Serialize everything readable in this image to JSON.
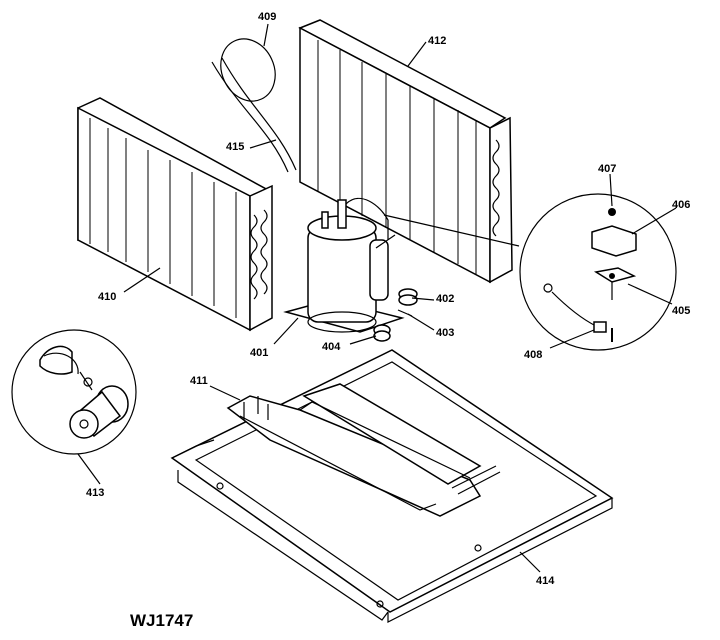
{
  "diagram": {
    "drawing_code": "WJ1747",
    "callouts": [
      "401",
      "402",
      "403",
      "404",
      "405",
      "406",
      "407",
      "408",
      "409",
      "410",
      "411",
      "412",
      "413",
      "414",
      "415"
    ]
  }
}
